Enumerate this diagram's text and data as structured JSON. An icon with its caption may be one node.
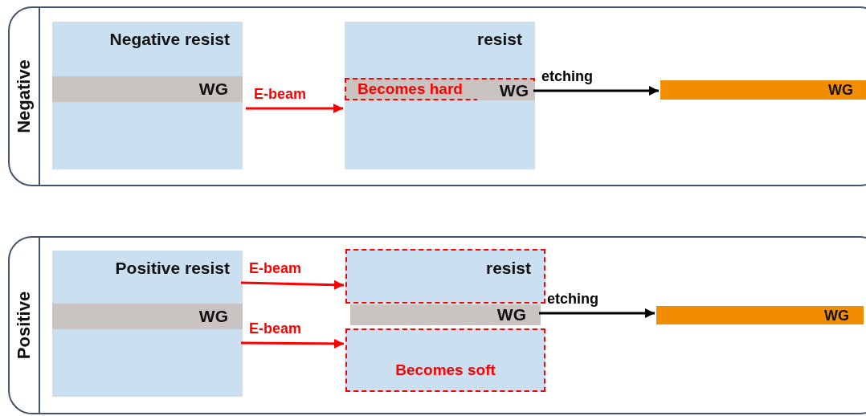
{
  "diagram": {
    "nodes": [
      {
        "text": [
          "Negative"
        ]
      },
      {
        "text": [
          "Negative resist"
        ],
        "in": 0
      },
      {
        "text": [
          "WG"
        ],
        "in": 1
      },
      {
        "text": [
          "resist"
        ],
        "in": 0
      },
      {
        "text": [
          "Becomes hard"
        ],
        "in": 3
      },
      {
        "text": [
          "WG"
        ],
        "in": 4
      },
      {
        "text": [
          "WG"
        ],
        "in": 0
      },
      {
        "text": [
          "Positive"
        ]
      },
      {
        "text": [
          "Positive resist"
        ],
        "in": 7
      },
      {
        "text": [
          "WG"
        ],
        "in": 8
      },
      {
        "text": [
          "resist"
        ],
        "in": 7
      },
      {
        "text": [
          "WG"
        ],
        "in": 7
      },
      {
        "text": [
          "Becomes soft"
        ],
        "in": 7
      },
      {
        "text": [
          "WG"
        ],
        "in": 7
      }
    ],
    "edges": [
      {
        "from": 1,
        "to": 3,
        "arrow": "to",
        "label": "E-beam",
        "color": "#ff0000"
      },
      {
        "from": 4,
        "to": 6,
        "arrow": "to",
        "label": "etching",
        "color": "#000000"
      },
      {
        "from": 8,
        "to": 10,
        "arrow": "to",
        "label": "E-beam",
        "color": "#ff0000"
      },
      {
        "from": 8,
        "to": 12,
        "arrow": "to",
        "label": "E-beam",
        "color": "#ff0000"
      },
      {
        "from": 11,
        "to": 13,
        "arrow": "to",
        "label": "etching",
        "color": "#000000"
      }
    ]
  }
}
